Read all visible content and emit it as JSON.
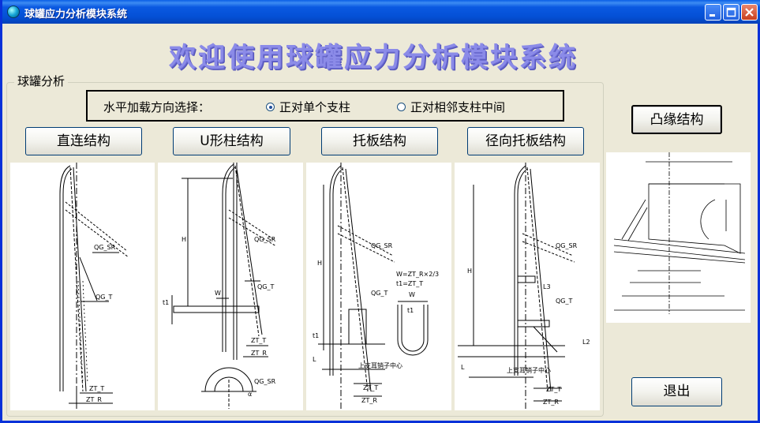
{
  "window": {
    "title": "球罐应力分析模块系统",
    "banner": "欢迎使用球罐应力分析模块系统"
  },
  "group": {
    "label": "球罐分析",
    "direction": {
      "caption": "水平加载方向选择：",
      "options": [
        {
          "label": "正对单个支柱",
          "selected": true
        },
        {
          "label": "正对相邻支柱中间",
          "selected": false
        }
      ]
    },
    "buttons": [
      "直连结构",
      "U形柱结构",
      "托板结构",
      "径向托板结构"
    ]
  },
  "side": {
    "flange_button": "凸缘结构",
    "exit_button": "退出"
  },
  "drawings": {
    "direct": {
      "sr": "QG_SR",
      "t": "QG_T",
      "zt_t": "ZT_T",
      "zt_r": "ZT_R"
    },
    "u_column": {
      "h": "H",
      "w": "W",
      "t1": "t1",
      "sr": "QG_SR",
      "t": "QG_T",
      "zt_t": "ZT_T",
      "zt_r": "ZT_R",
      "alpha": "α"
    },
    "plate": {
      "h": "H",
      "sr": "QG_SR",
      "t": "QG_T",
      "w": "W",
      "t1": "t1",
      "formula1": "W=ZT_R×2/3",
      "formula2": "t1=ZT_T",
      "l": "L",
      "note": "上支耳销子中心",
      "zt_t": "ZT_T",
      "zt_r": "ZT_R"
    },
    "radial": {
      "h": "H",
      "sr": "QG_SR",
      "t": "QG_T",
      "l3": "L3",
      "l": "L",
      "l2": "L2",
      "note": "上支耳销子中心",
      "zt_t": "ZT_T",
      "zt_r": "ZT_R"
    }
  },
  "colors": {
    "title_bar": "#0a5ee5",
    "banner": "#8b8be8",
    "face": "#ece9d8"
  }
}
